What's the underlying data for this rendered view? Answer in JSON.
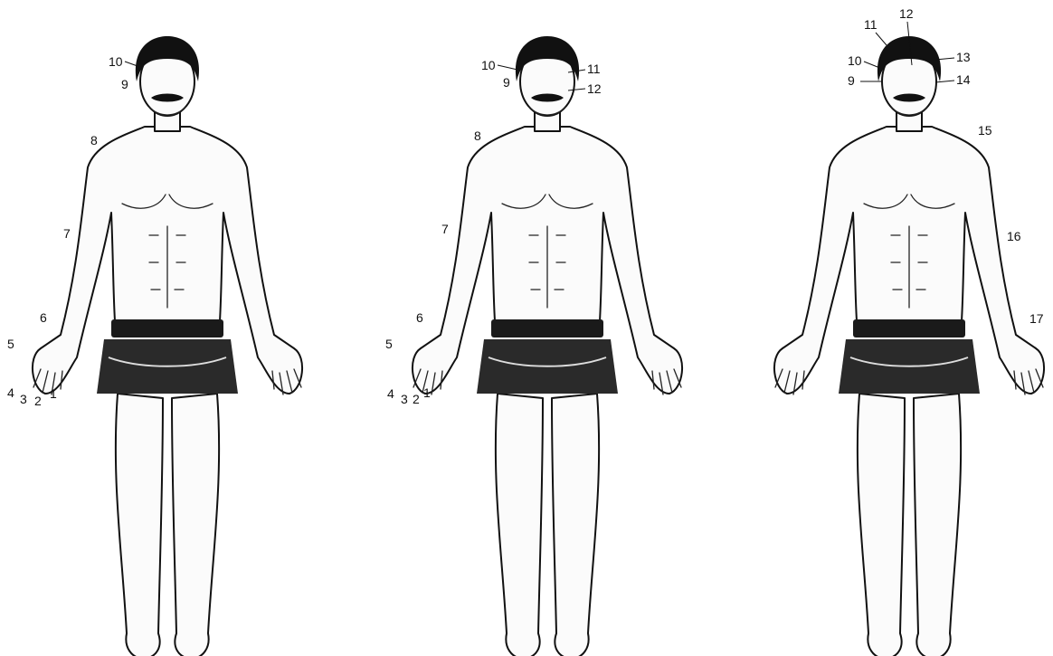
{
  "figures": [
    {
      "id": "figure-1",
      "labels": [
        "1",
        "2",
        "3",
        "4",
        "5",
        "6",
        "7",
        "8",
        "9",
        "10"
      ]
    },
    {
      "id": "figure-2",
      "labels": [
        "1",
        "2",
        "3",
        "4",
        "5",
        "6",
        "7",
        "8",
        "9",
        "10",
        "11",
        "12"
      ]
    },
    {
      "id": "figure-3",
      "labels": [
        "9",
        "10",
        "11",
        "12",
        "13",
        "14",
        "15",
        "16",
        "17"
      ]
    }
  ]
}
